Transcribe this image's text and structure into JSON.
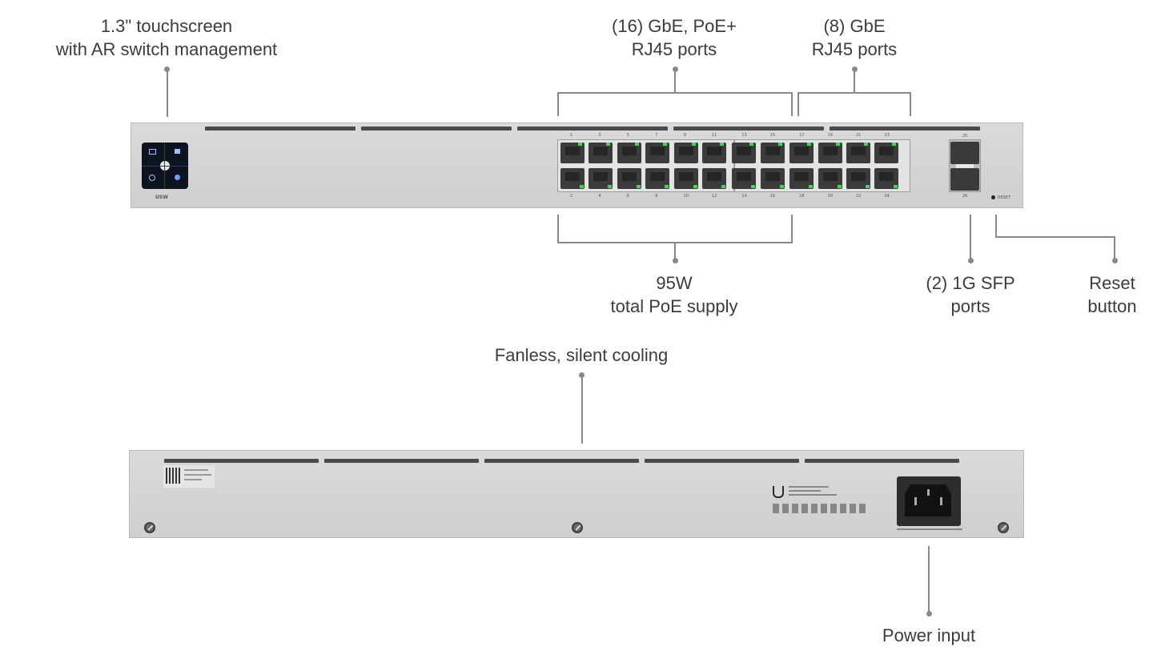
{
  "annotations": {
    "touchscreen": [
      "1.3\" touchscreen",
      "with AR switch management"
    ],
    "poe_ports": [
      "(16) GbE, PoE+",
      "RJ45 ports"
    ],
    "gbe_ports": [
      "(8) GbE",
      "RJ45 ports"
    ],
    "poe_supply": [
      "95W",
      "total PoE supply"
    ],
    "sfp_ports": [
      "(2) 1G SFP",
      "ports"
    ],
    "reset": [
      "Reset",
      "button"
    ],
    "cooling": "Fanless, silent cooling",
    "power": "Power input"
  },
  "front_panel": {
    "model_label": "USW",
    "reset_label": "RESET",
    "port_labels_top": [
      "1",
      "3",
      "5",
      "7",
      "9",
      "11",
      "13",
      "15",
      "17",
      "19",
      "21",
      "23"
    ],
    "port_labels_bottom": [
      "2",
      "4",
      "6",
      "8",
      "10",
      "12",
      "14",
      "16",
      "18",
      "20",
      "22",
      "24"
    ],
    "sfp_labels": [
      "25",
      "26"
    ]
  },
  "icons": {
    "touchscreen": "touchscreen-display-icon",
    "logo": "ubiquiti-logo-icon",
    "qr": "qr-code-icon",
    "power_socket": "iec-power-socket-icon"
  },
  "colors": {
    "led_green": "#49d15a",
    "panel": "#d4d4d4",
    "callout_line": "#888888"
  }
}
